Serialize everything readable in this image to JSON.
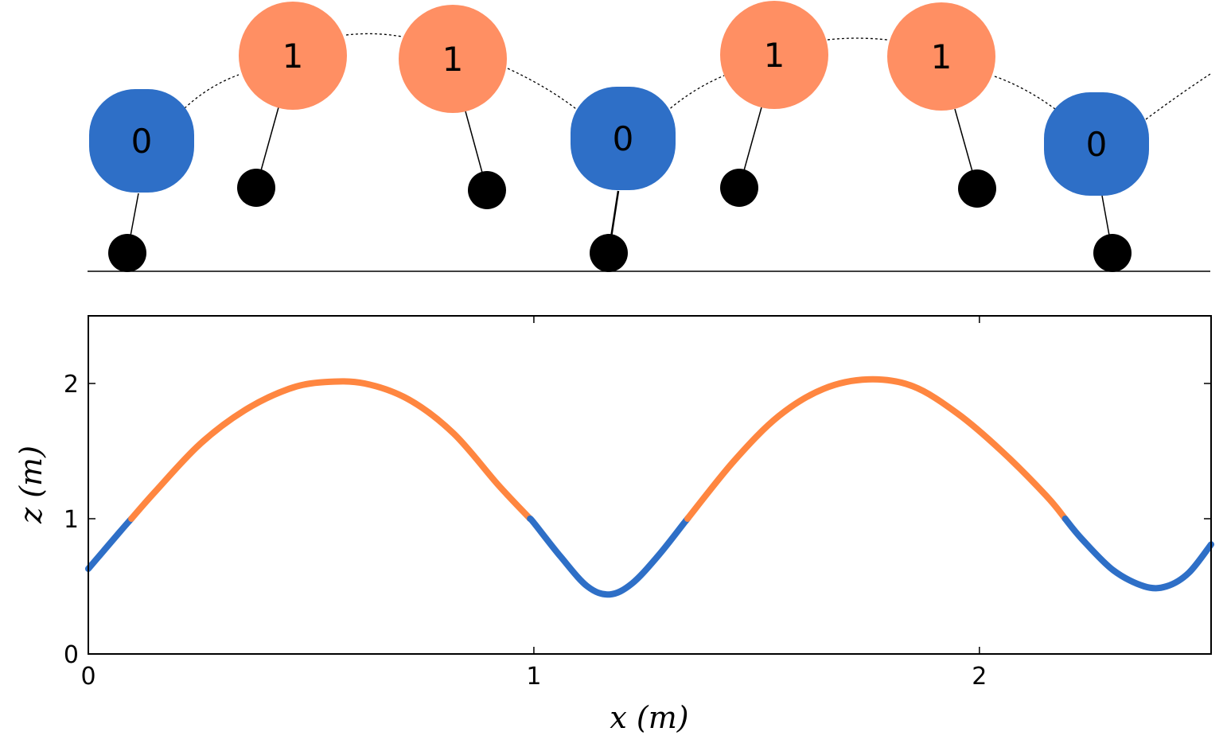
{
  "colors": {
    "state_0": "#2e6fc7",
    "state_1_node": "#ff8f63",
    "state_1_curve": "#ff8640",
    "foot": "#000000",
    "axes": "#000000"
  },
  "top_panel": {
    "ground": true,
    "nodes": [
      {
        "label": "0",
        "state": 0
      },
      {
        "label": "1",
        "state": 1
      },
      {
        "label": "1",
        "state": 1
      },
      {
        "label": "0",
        "state": 0
      },
      {
        "label": "1",
        "state": 1
      },
      {
        "label": "1",
        "state": 1
      },
      {
        "label": "0",
        "state": 0
      }
    ]
  },
  "chart_data": {
    "type": "line",
    "title": "",
    "xlabel": "x (m)",
    "ylabel": "z (m)",
    "xlim": [
      0,
      2.52
    ],
    "ylim": [
      0,
      2.5
    ],
    "xticks": [
      0,
      1,
      2
    ],
    "yticks": [
      0,
      1,
      2
    ],
    "xtick_labels": [
      "0",
      "1",
      "2"
    ],
    "ytick_labels": [
      "0",
      "1",
      "2"
    ],
    "grid": false,
    "threshold": 1.0,
    "series": [
      {
        "x": [
          0.0,
          0.07,
          0.15,
          0.25,
          0.35,
          0.45,
          0.53,
          0.62,
          0.72,
          0.82,
          0.92,
          1.0,
          1.06,
          1.12,
          1.17,
          1.22,
          1.28,
          1.34,
          1.45,
          1.55,
          1.65,
          1.75,
          1.85,
          1.95,
          2.05,
          2.15,
          2.23,
          2.3,
          2.37,
          2.42,
          2.47,
          2.52
        ],
        "y": [
          0.63,
          0.9,
          1.2,
          1.55,
          1.8,
          1.96,
          2.01,
          2.0,
          1.88,
          1.63,
          1.25,
          0.97,
          0.72,
          0.5,
          0.44,
          0.52,
          0.73,
          0.98,
          1.43,
          1.76,
          1.96,
          2.03,
          1.98,
          1.78,
          1.5,
          1.17,
          0.85,
          0.62,
          0.5,
          0.5,
          0.6,
          0.81
        ]
      }
    ]
  }
}
